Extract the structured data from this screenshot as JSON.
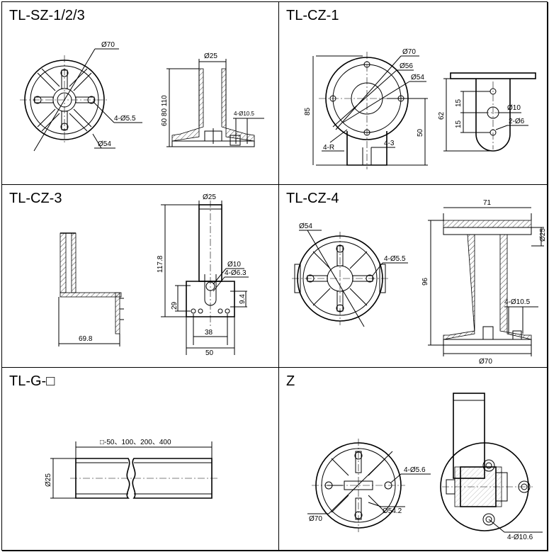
{
  "panels": [
    {
      "title": "TL-SZ-1/2/3",
      "dims": {
        "d70": "Ø70",
        "holes": "4-Ø5.5",
        "d54": "Ø54",
        "d25": "Ø25",
        "heights": "60 80 110",
        "bottom_holes": "4-Ø10.5"
      }
    },
    {
      "title": "TL-CZ-1",
      "dims": {
        "d70": "Ø70",
        "d56": "Ø56",
        "d54": "Ø54",
        "h85": "85",
        "h50": "50",
        "r": "4-R",
        "w43": "4-3",
        "h62": "62",
        "d10": "Ø10",
        "h15a": "15",
        "h15b": "15",
        "holes": "2-Ø6"
      }
    },
    {
      "title": "TL-CZ-3",
      "dims": {
        "w698": "69.8",
        "d25": "Ø25",
        "h1178": "117.8",
        "d10": "Ø10",
        "holes": "4-Ø6.3",
        "h94": "9.4",
        "h29": "29",
        "w38": "38",
        "w50": "50"
      }
    },
    {
      "title": "TL-CZ-4",
      "dims": {
        "d54": "Ø54",
        "holes": "4-Ø5.5",
        "w71": "71",
        "d25": "Ø25",
        "h96": "96",
        "bottom_holes": "4-Ø10.5",
        "d70": "Ø70"
      }
    },
    {
      "title": "TL-G-□",
      "dims": {
        "lengths": "□-50、100、200、400",
        "d25": "Ø25"
      }
    },
    {
      "title": "Z",
      "dims": {
        "holes": "4-Ø5.6",
        "d70": "Ø70",
        "d542": "Ø54.2",
        "bottom_holes": "4-Ø10.6"
      }
    }
  ]
}
